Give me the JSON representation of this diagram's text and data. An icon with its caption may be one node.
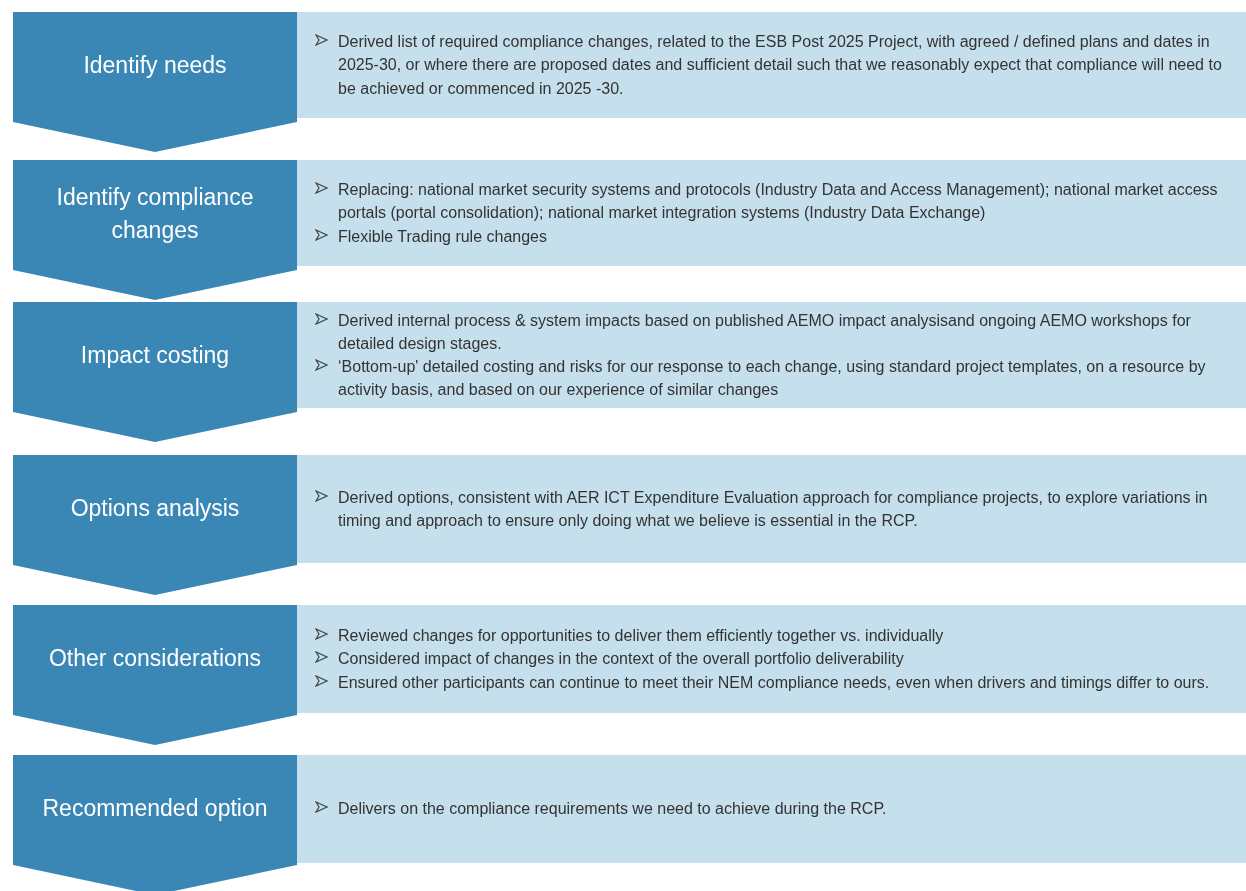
{
  "diagram": {
    "nodes": [
      {
        "text": [
          "Identify needs"
        ]
      },
      {
        "text": [
          "Derived list of required compliance changes, related to the ESB Post 2025 Project, with agreed / defined plans and dates in 2025-30, or where there are proposed dates and sufficient detail such that we reasonably expect that compliance will need to be achieved or commenced in 2025 -30."
        ]
      },
      {
        "text": [
          "Identify compliance changes"
        ]
      },
      {
        "text": [
          "Replacing: national market security systems and protocols (Industry Data and Access Management);  national market access portals (portal consolidation); national market integration systems (Industry Data Exchange)",
          "Flexible Trading rule changes"
        ]
      },
      {
        "text": [
          "Impact costing"
        ]
      },
      {
        "text": [
          "Derived internal process & system impacts based on published AEMO impact analysisand ongoing AEMO workshops for detailed design stages.",
          "‘Bottom-up' detailed costing and risks for our response to each change, using standard project templates, on a resource by activity basis, and based on our experience of similar changes"
        ]
      },
      {
        "text": [
          "Options analysis"
        ]
      },
      {
        "text": [
          "Derived options, consistent with AER ICT Expenditure Evaluation approach for compliance projects, to explore variations in timing and approach to ensure only doing what we believe is essential in the RCP."
        ]
      },
      {
        "text": [
          "Other considerations"
        ]
      },
      {
        "text": [
          "Reviewed changes for opportunities to deliver them efficiently together vs. individually",
          "Considered impact of changes in the context of the overall portfolio deliverability",
          "Ensured other participants can continue to meet their NEM  compliance needs, even when drivers and timings differ to ours."
        ]
      },
      {
        "text": [
          "Recommended option"
        ]
      },
      {
        "text": [
          "Delivers on the compliance requirements we need to achieve during the RCP."
        ]
      }
    ]
  }
}
